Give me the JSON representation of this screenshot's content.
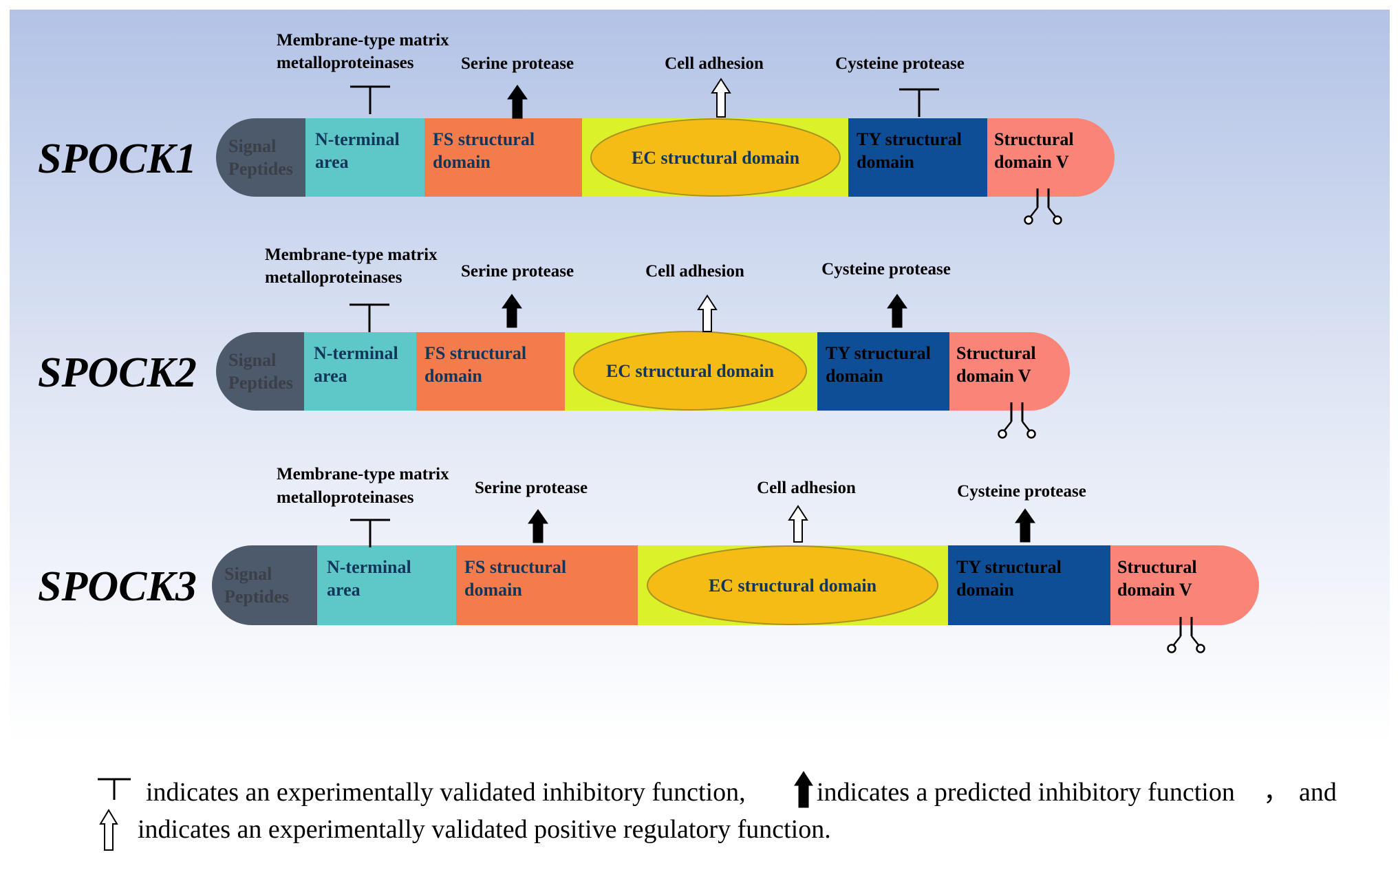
{
  "colors": {
    "background_top": "#b3c3e6",
    "background_bottom": "#ffffff",
    "signal": "#4d5a6b",
    "nterm": "#5ec8c8",
    "fs": "#f47b4b",
    "ec_box": "#dbf22a",
    "ec_ellipse": "#f6bc16",
    "ty": "#0e4e97",
    "sv": "#fa8478"
  },
  "icon_names": {
    "inhibit": "t-bar-inhibition-icon",
    "filled": "filled-up-arrow-icon",
    "hollow": "hollow-up-arrow-icon",
    "glycosylation": "glycosylation-chain-icon"
  },
  "genes": [
    {
      "name": "SPOCK1",
      "domains": {
        "signal": [
          "Signal",
          "Peptides"
        ],
        "nterm": [
          "N-terminal",
          "area"
        ],
        "fs": [
          "FS structural",
          "domain"
        ],
        "ec": "EC structural domain",
        "ty": [
          "TY structural",
          "domain"
        ],
        "sv": [
          "Structural",
          "domain V"
        ]
      },
      "annotations": [
        {
          "label": [
            "Membrane-type matrix",
            "metalloproteinases"
          ],
          "symbol": "inhibit"
        },
        {
          "label": [
            "Serine protease"
          ],
          "symbol": "filled"
        },
        {
          "label": [
            "Cell adhesion"
          ],
          "symbol": "hollow"
        },
        {
          "label": [
            "Cysteine protease"
          ],
          "symbol": "inhibit"
        }
      ]
    },
    {
      "name": "SPOCK2",
      "domains": {
        "signal": [
          "Signal",
          "Peptides"
        ],
        "nterm": [
          "N-terminal",
          "area"
        ],
        "fs": [
          "FS structural",
          "domain"
        ],
        "ec": "EC structural domain",
        "ty": [
          "TY structural",
          "domain"
        ],
        "sv": [
          "Structural",
          "domain V"
        ]
      },
      "annotations": [
        {
          "label": [
            "Membrane-type matrix",
            "metalloproteinases"
          ],
          "symbol": "inhibit"
        },
        {
          "label": [
            "Serine protease"
          ],
          "symbol": "filled"
        },
        {
          "label": [
            "Cell adhesion"
          ],
          "symbol": "hollow"
        },
        {
          "label": [
            "Cysteine protease"
          ],
          "symbol": "filled"
        }
      ]
    },
    {
      "name": "SPOCK3",
      "domains": {
        "signal": [
          "Signal",
          "Peptides"
        ],
        "nterm": [
          "N-terminal",
          "area"
        ],
        "fs": [
          "FS structural",
          "domain"
        ],
        "ec": "EC structural domain",
        "ty": [
          "TY structural",
          "domain"
        ],
        "sv": [
          "Structural",
          "domain V"
        ]
      },
      "annotations": [
        {
          "label": [
            "Membrane-type matrix",
            "metalloproteinases"
          ],
          "symbol": "inhibit"
        },
        {
          "label": [
            "Serine protease"
          ],
          "symbol": "filled"
        },
        {
          "label": [
            "Cell adhesion"
          ],
          "symbol": "hollow"
        },
        {
          "label": [
            "Cysteine protease"
          ],
          "symbol": "filled"
        }
      ]
    }
  ],
  "legend": {
    "inhibit_text": "indicates an experimentally validated inhibitory function,",
    "filled_text": "indicates a predicted inhibitory function",
    "separator": "，",
    "and_text": "and",
    "hollow_text": "indicates an experimentally validated positive regulatory function."
  }
}
